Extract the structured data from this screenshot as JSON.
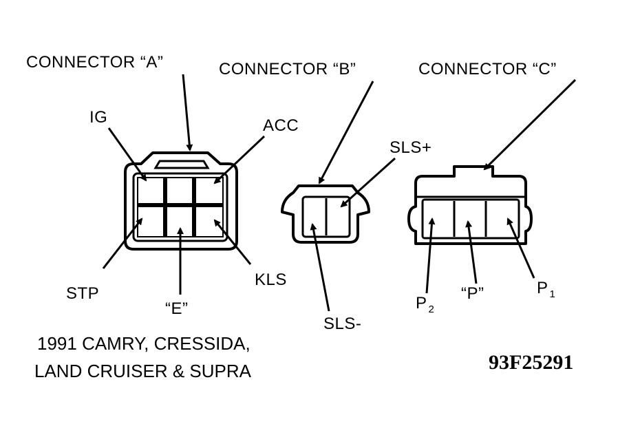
{
  "connectors": {
    "a": {
      "title": "CONNECTOR “A”",
      "pins": {
        "ig": "IG",
        "acc": "ACC",
        "stp": "STP",
        "e": "“E”",
        "kls": "KLS"
      }
    },
    "b": {
      "title": "CONNECTOR “B”",
      "pins": {
        "sls_plus": "SLS+",
        "sls_minus": "SLS-"
      }
    },
    "c": {
      "title": "CONNECTOR “C”",
      "pins": {
        "p2_base": "P",
        "p2_sub": "2",
        "p": "“P”",
        "p1_base": "P",
        "p1_sub": "1"
      }
    }
  },
  "caption": {
    "line1": "1991 CAMRY, CRESSIDA,",
    "line2": "LAND CRUISER & SUPRA"
  },
  "figure_code": "93F25291"
}
